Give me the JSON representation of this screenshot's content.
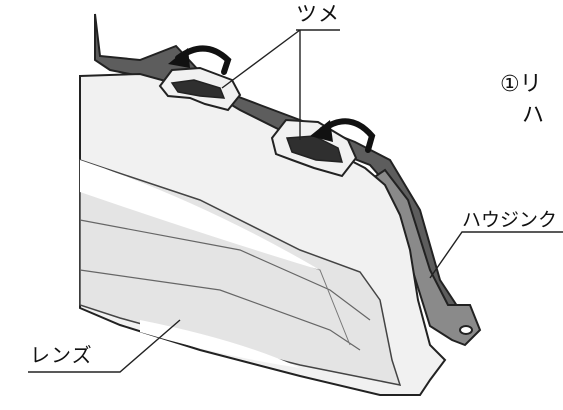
{
  "labels": {
    "tsume": "ツメ",
    "housing": "ハウジンク",
    "lens": "レンズ",
    "step_line1": "①リ",
    "step_line2": "ハ"
  },
  "colors": {
    "background": "#ffffff",
    "outline": "#222222",
    "lens_fill": "#f1f1f1",
    "housing_dark": "#5d5d5d",
    "housing_mid": "#8a8a8a",
    "tab_dark": "#2f2f2f"
  },
  "icons": {
    "arrows": "curved-arrow-icon"
  }
}
